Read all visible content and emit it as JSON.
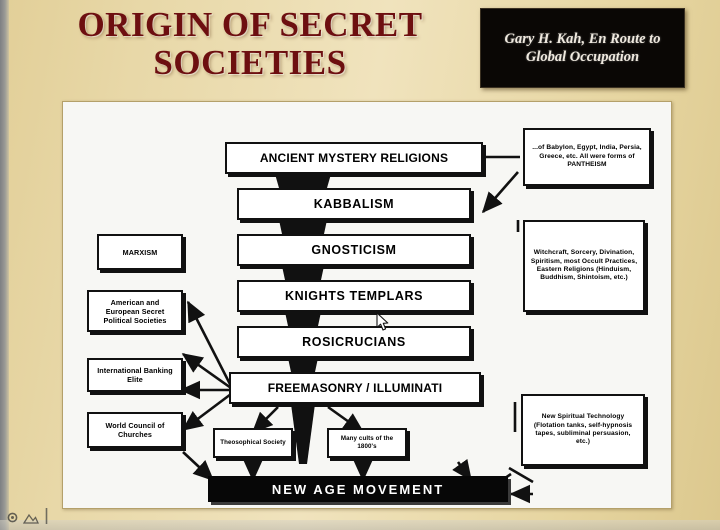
{
  "slide": {
    "title": "ORIGIN OF SECRET SOCIETIES",
    "citation": "Gary H. Kah, En Route to Global Occupation",
    "background_color": "#e8d8a8",
    "title_color": "#6d0f10"
  },
  "diagram": {
    "spine": [
      {
        "label": "ANCIENT MYSTERY RELIGIONS"
      },
      {
        "label": "KABBALISM"
      },
      {
        "label": "GNOSTICISM"
      },
      {
        "label": "KNIGHTS TEMPLARS"
      },
      {
        "label": "ROSICRUCIANS"
      },
      {
        "label": "FREEMASONRY / ILLUMINATI"
      }
    ],
    "left_branches": [
      {
        "label": "MARXISM"
      },
      {
        "label": "American and European Secret Political Societies"
      },
      {
        "label": "International Banking Elite"
      },
      {
        "label": "World Council of Churches"
      }
    ],
    "right_notes": [
      {
        "label": "...of Babylon, Egypt, India, Persia, Greece, etc. All were forms of PANTHEISM"
      },
      {
        "label": "Witchcraft, Sorcery, Divination, Spiritism, most Occult Practices, Eastern Religions (Hinduism, Buddhism, Shintoism, etc.)"
      },
      {
        "label": "New Spiritual Technology (Flotation tanks, self-hypnosis tapes, subliminal persuasion, etc.)"
      }
    ],
    "lower_branches": [
      {
        "label": "Theosophical Society"
      },
      {
        "label": "Many cults of the 1800's"
      }
    ],
    "terminal": {
      "label": "NEW AGE MOVEMENT"
    }
  }
}
